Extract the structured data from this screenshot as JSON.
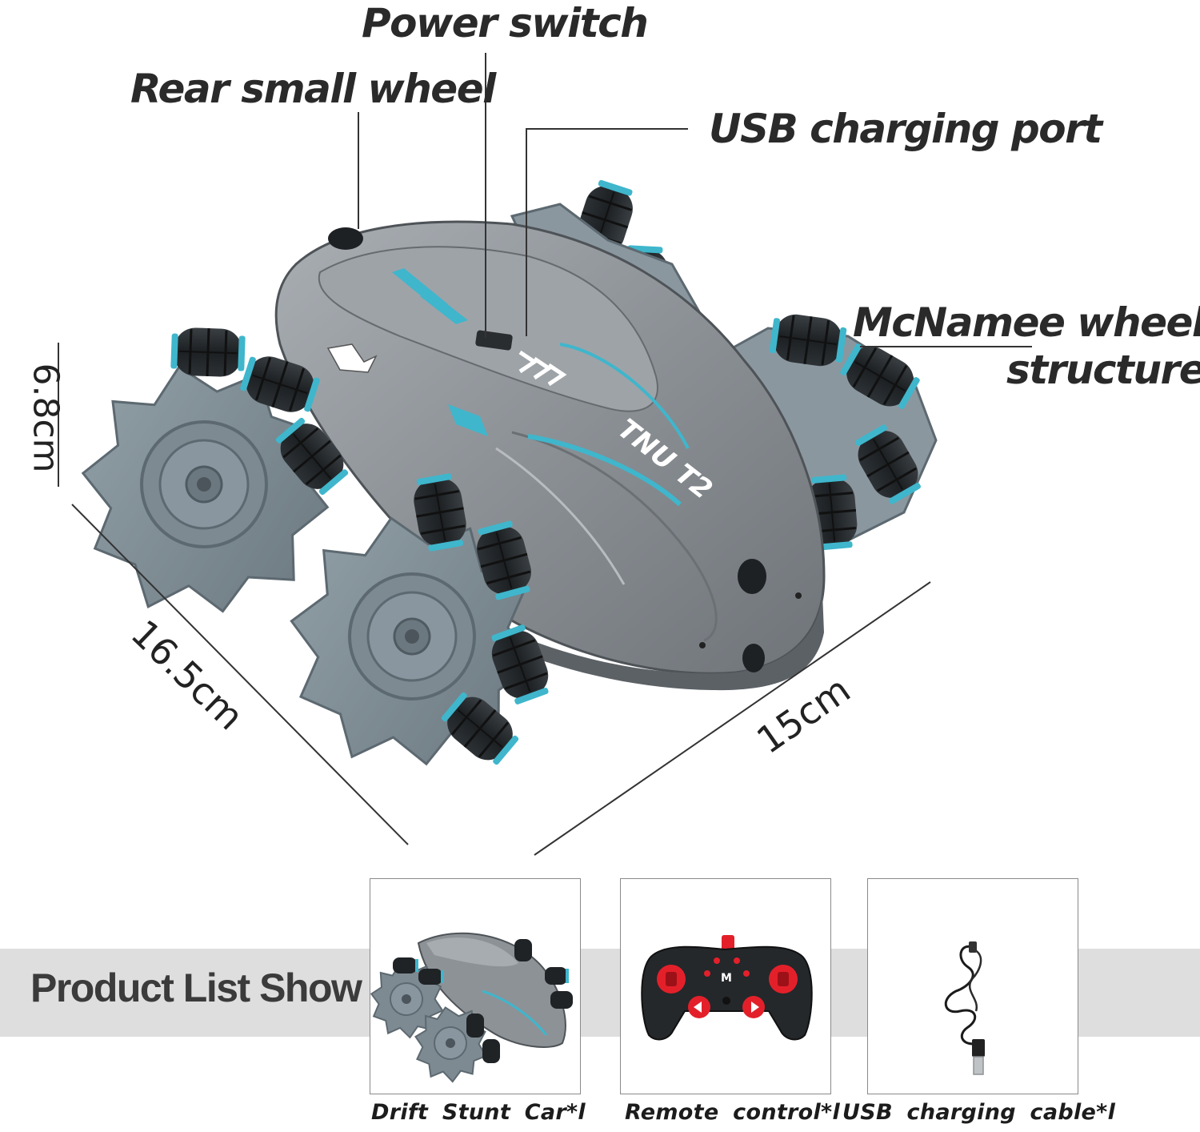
{
  "callouts": {
    "power_switch": "Power switch",
    "rear_small_wheel": "Rear small wheel",
    "usb_charging_port": "USB charging port",
    "mcnamee_line1": "McNamee wheel",
    "mcnamee_line2": "structure"
  },
  "dimensions": {
    "height": "6.8cm",
    "length": "16.5cm",
    "width": "15cm"
  },
  "car_badge": "TNU T2",
  "product_list": {
    "title": "Product List Show",
    "items": [
      {
        "label": "Drift  Stunt  Car*l"
      },
      {
        "label": "Remote  control*l"
      },
      {
        "label": "USB  charging  cable*l"
      }
    ],
    "remote_button_mark": "M"
  },
  "colors": {
    "car_body": "#8d9297",
    "wheel_plate": "#7e8a92",
    "roller": "#1f2326",
    "accent_teal": "#3fb6cc",
    "band_bg": "#dedede",
    "remote_red": "#e3202a"
  }
}
